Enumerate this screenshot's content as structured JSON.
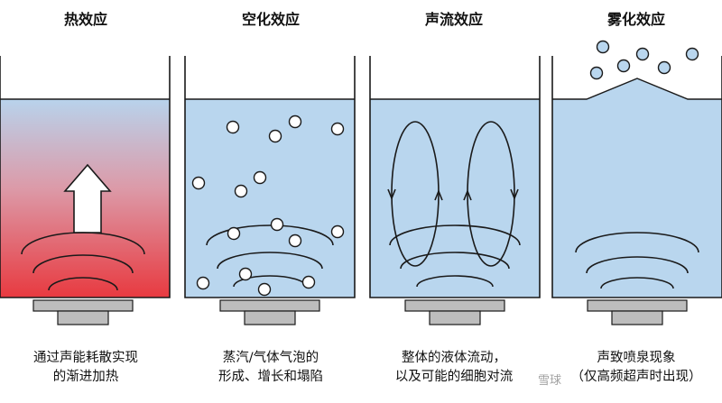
{
  "colors": {
    "water": "#b9d6ee",
    "heat_top": "#b8d3ec",
    "heat_mid": "#dc9aa8",
    "heat_bottom": "#e83a40",
    "outline": "#1a1a1a",
    "transducer": "#bdbdbd",
    "arrow_fill": "#ffffff"
  },
  "panels": [
    {
      "title": "热效应",
      "caption_lines": [
        "通过声能耗散实现",
        "的渐进加热"
      ],
      "icons": [
        "up-arrow-icon",
        "sound-wave-icon",
        "transducer-icon"
      ]
    },
    {
      "title": "空化效应",
      "caption_lines": [
        "蒸汽/气体气泡的",
        "形成、增长和塌陷"
      ],
      "icons": [
        "bubble-icon",
        "sound-wave-icon",
        "transducer-icon"
      ]
    },
    {
      "title": "声流效应",
      "caption_lines": [
        "整体的液体流动，",
        "以及可能的细胞对流"
      ],
      "icons": [
        "circulation-loop-icon",
        "sound-wave-icon",
        "transducer-icon"
      ]
    },
    {
      "title": "雾化效应",
      "caption_lines": [
        "声致喷泉现象",
        "（仅高频超声时出现）"
      ],
      "icons": [
        "droplet-icon",
        "sound-wave-icon",
        "transducer-icon"
      ]
    }
  ],
  "watermark": "雪球"
}
